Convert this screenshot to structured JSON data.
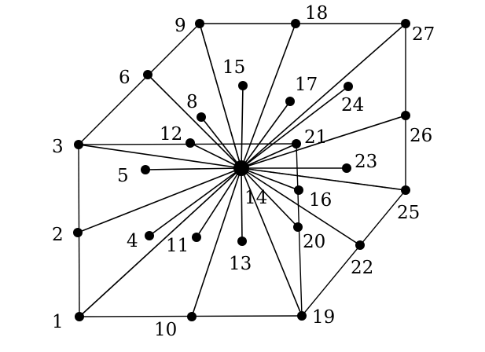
{
  "diagram": {
    "nodes": [
      {
        "id": "1",
        "label": "1"
      },
      {
        "id": "2",
        "label": "2"
      },
      {
        "id": "3",
        "label": "3"
      },
      {
        "id": "4",
        "label": "4"
      },
      {
        "id": "5",
        "label": "5"
      },
      {
        "id": "6",
        "label": "6"
      },
      {
        "id": "8",
        "label": "8"
      },
      {
        "id": "9",
        "label": "9"
      },
      {
        "id": "10",
        "label": "10"
      },
      {
        "id": "11",
        "label": "11"
      },
      {
        "id": "12",
        "label": "12"
      },
      {
        "id": "13",
        "label": "13"
      },
      {
        "id": "14",
        "label": "14"
      },
      {
        "id": "15",
        "label": "15"
      },
      {
        "id": "16",
        "label": "16"
      },
      {
        "id": "17",
        "label": "17"
      },
      {
        "id": "18",
        "label": "18"
      },
      {
        "id": "19",
        "label": "19"
      },
      {
        "id": "20",
        "label": "20"
      },
      {
        "id": "21",
        "label": "21"
      },
      {
        "id": "22",
        "label": "22"
      },
      {
        "id": "23",
        "label": "23"
      },
      {
        "id": "24",
        "label": "24"
      },
      {
        "id": "25",
        "label": "25"
      },
      {
        "id": "26",
        "label": "26"
      },
      {
        "id": "27",
        "label": "27"
      }
    ],
    "center_node": "14",
    "spokes_to": [
      "1",
      "2",
      "3",
      "4",
      "5",
      "6",
      "8",
      "9",
      "10",
      "11",
      "12",
      "13",
      "15",
      "16",
      "17",
      "18",
      "19",
      "20",
      "21",
      "22",
      "23",
      "24",
      "25",
      "26",
      "27"
    ],
    "solid_edges": [
      [
        "1",
        "3"
      ],
      [
        "1",
        "19"
      ],
      [
        "3",
        "9"
      ],
      [
        "9",
        "27"
      ],
      [
        "27",
        "25"
      ],
      [
        "25",
        "19"
      ],
      [
        "3",
        "21"
      ],
      [
        "21",
        "19"
      ]
    ],
    "dashed_edges": [
      [
        "1",
        "14"
      ],
      [
        "9",
        "14"
      ],
      [
        "14",
        "25"
      ]
    ]
  }
}
